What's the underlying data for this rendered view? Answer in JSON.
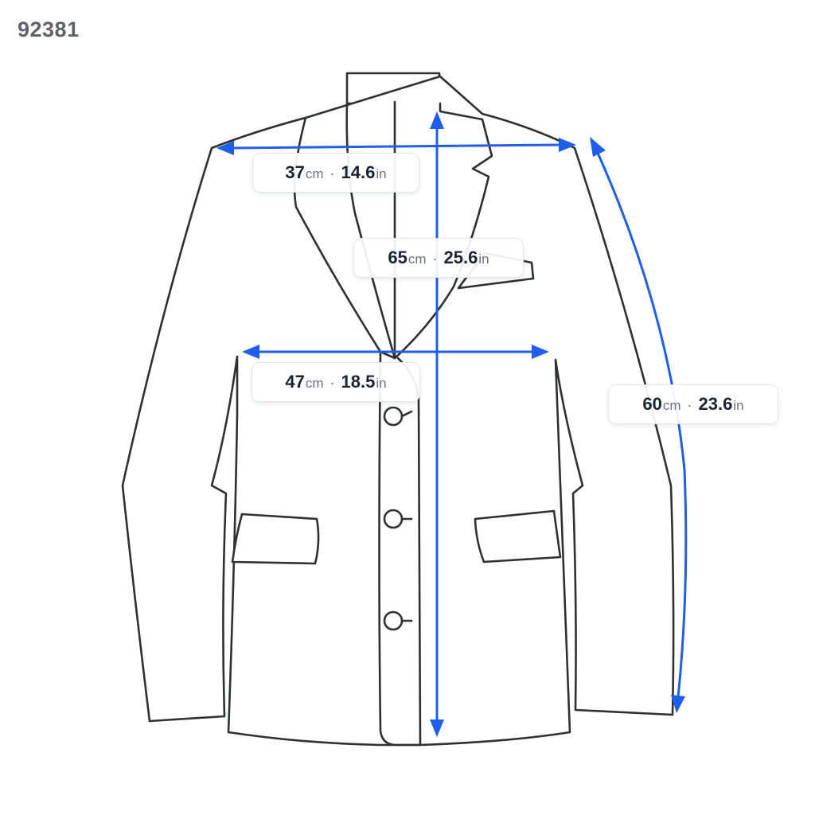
{
  "product_id": "92381",
  "measurements": {
    "shoulder": {
      "cm": "37",
      "in": "14.6"
    },
    "length": {
      "cm": "65",
      "in": "25.6"
    },
    "chest": {
      "cm": "47",
      "in": "18.5"
    },
    "sleeve": {
      "cm": "60",
      "in": "23.6"
    }
  },
  "units": {
    "cm": "cm",
    "in": "in",
    "separator": "·"
  },
  "colors": {
    "measure_line": "#1f5ee8",
    "outline": "#2f3033",
    "text": "#1c2331",
    "muted": "#6b7280"
  }
}
